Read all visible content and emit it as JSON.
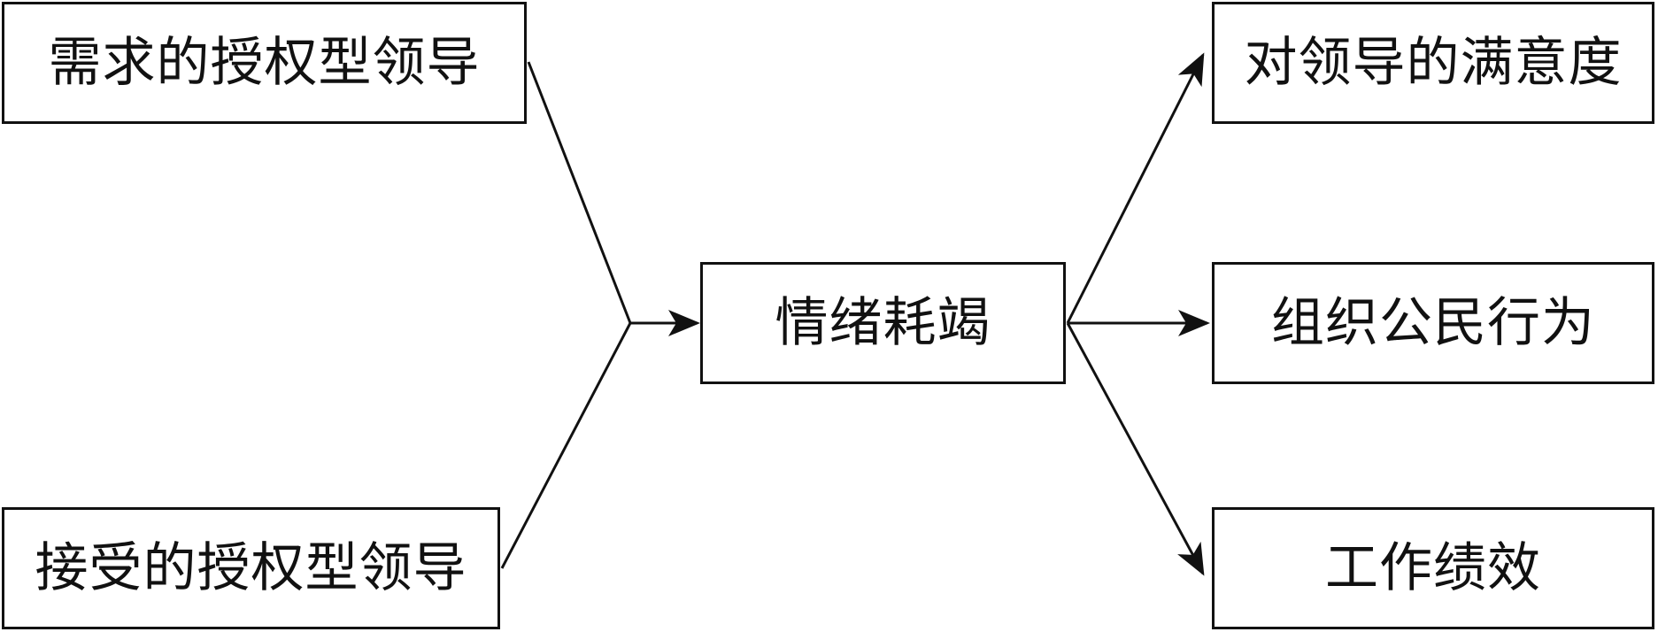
{
  "diagram": {
    "inputs": [
      {
        "id": "demand",
        "label": "需求的授权型领导"
      },
      {
        "id": "accept",
        "label": "接受的授权型领导"
      }
    ],
    "mediator": {
      "id": "center",
      "label": "情绪耗竭"
    },
    "outcomes": [
      {
        "id": "r1",
        "label": "对领导的满意度"
      },
      {
        "id": "r2",
        "label": "组织公民行为"
      },
      {
        "id": "r3",
        "label": "工作绩效"
      }
    ],
    "edges": [
      {
        "from": "demand",
        "to": "center"
      },
      {
        "from": "accept",
        "to": "center"
      },
      {
        "from": "center",
        "to": "r1"
      },
      {
        "from": "center",
        "to": "r2"
      },
      {
        "from": "center",
        "to": "r3"
      }
    ],
    "colors": {
      "line": "#111111",
      "box_border": "#111111",
      "background": "#ffffff"
    }
  }
}
